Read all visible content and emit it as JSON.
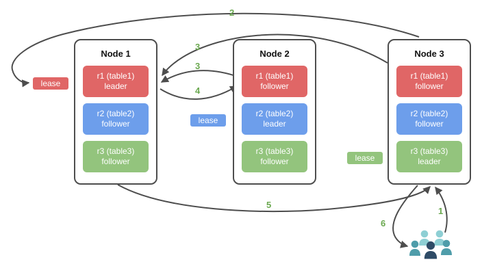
{
  "colors": {
    "red": "#e06666",
    "blue": "#6d9eeb",
    "green": "#93c47d",
    "arrow": "#4d4d4d",
    "step": "#6aa84f",
    "node_border": "#4d4d4d",
    "users_back": "#8ecfd4",
    "users_front": "#4f9daa",
    "users_center": "#2e4b66"
  },
  "nodes": [
    {
      "title": "Node 1",
      "replicas": [
        {
          "label": "r1 (table1)",
          "role": "leader",
          "color": "#e06666"
        },
        {
          "label": "r2 (table2)",
          "role": "follower",
          "color": "#6d9eeb"
        },
        {
          "label": "r3 (table3)",
          "role": "follower",
          "color": "#93c47d"
        }
      ]
    },
    {
      "title": "Node 2",
      "replicas": [
        {
          "label": "r1 (table1)",
          "role": "follower",
          "color": "#e06666"
        },
        {
          "label": "r2 (table2)",
          "role": "leader",
          "color": "#6d9eeb"
        },
        {
          "label": "r3 (table3)",
          "role": "follower",
          "color": "#93c47d"
        }
      ]
    },
    {
      "title": "Node 3",
      "replicas": [
        {
          "label": "r1 (table1)",
          "role": "follower",
          "color": "#e06666"
        },
        {
          "label": "r2 (table2)",
          "role": "follower",
          "color": "#6d9eeb"
        },
        {
          "label": "r3 (table3)",
          "role": "leader",
          "color": "#93c47d"
        }
      ]
    }
  ],
  "leases": [
    {
      "label": "lease",
      "color": "#e06666"
    },
    {
      "label": "lease",
      "color": "#6d9eeb"
    },
    {
      "label": "lease",
      "color": "#93c47d"
    }
  ],
  "steps": [
    {
      "label": "1"
    },
    {
      "label": "2"
    },
    {
      "label": "3"
    },
    {
      "label": "3"
    },
    {
      "label": "4"
    },
    {
      "label": "5"
    },
    {
      "label": "6"
    }
  ],
  "icons": {
    "users": "users-group-icon"
  }
}
